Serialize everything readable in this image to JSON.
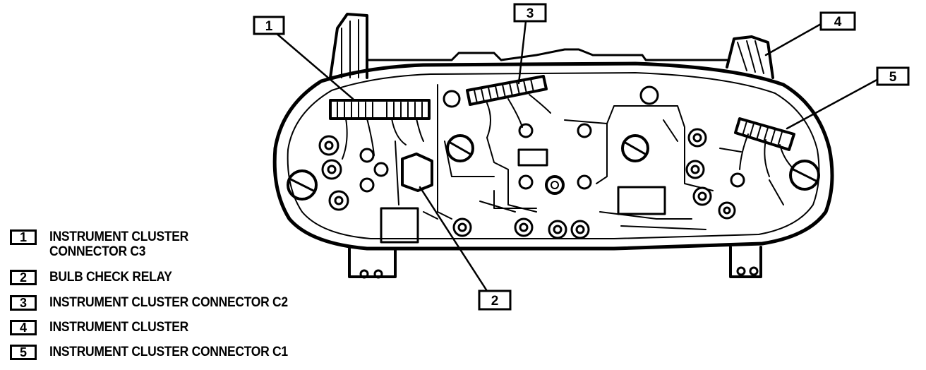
{
  "callouts": [
    {
      "number": "1",
      "label": "INSTRUMENT CLUSTER CONNECTOR C3"
    },
    {
      "number": "2",
      "label": "BULB CHECK RELAY"
    },
    {
      "number": "3",
      "label": "INSTRUMENT CLUSTER CONNECTOR C2"
    },
    {
      "number": "4",
      "label": "INSTRUMENT CLUSTER"
    },
    {
      "number": "5",
      "label": "INSTRUMENT CLUSTER CONNECTOR C1"
    }
  ],
  "legend": {
    "item1_line1": "INSTRUMENT CLUSTER",
    "item1_line2": "CONNECTOR C3"
  },
  "colors": {
    "ink": "#000000",
    "paper": "#ffffff"
  }
}
